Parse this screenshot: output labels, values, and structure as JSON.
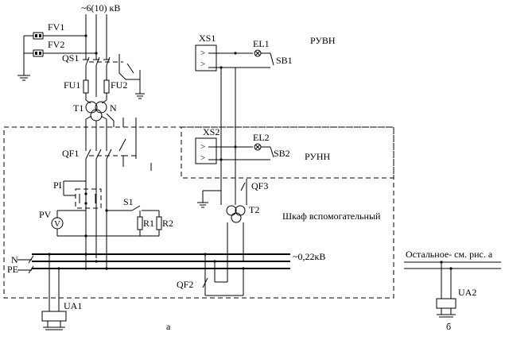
{
  "labels": {
    "supply": "~6(10) кВ",
    "fv1": "FV1",
    "fv2": "FV2",
    "qs1": "QS1",
    "fu1": "FU1",
    "fu2": "FU2",
    "t1": "T1",
    "n_top": "N",
    "qf1": "QF1",
    "pi": "PI",
    "pv": "PV",
    "s1": "S1",
    "r1": "R1",
    "r2": "R2",
    "xs1": "XS1",
    "el1": "EL1",
    "sb1": "SB1",
    "ruvn": "РУВН",
    "xs2": "XS2",
    "el2": "EL2",
    "sb2": "SB2",
    "runn": "РУНН",
    "qf3": "QF3",
    "t2": "T2",
    "cabinet": "Шкаф вспомогательный",
    "n_bus": "N",
    "pe_bus": "PE",
    "bus_voltage": "~0,22кВ",
    "qf2": "QF2",
    "ua1": "UA1",
    "rest_note": "Остальное- см. рис. а",
    "ua2": "UA2",
    "fig_a": "а",
    "fig_b": "б"
  }
}
